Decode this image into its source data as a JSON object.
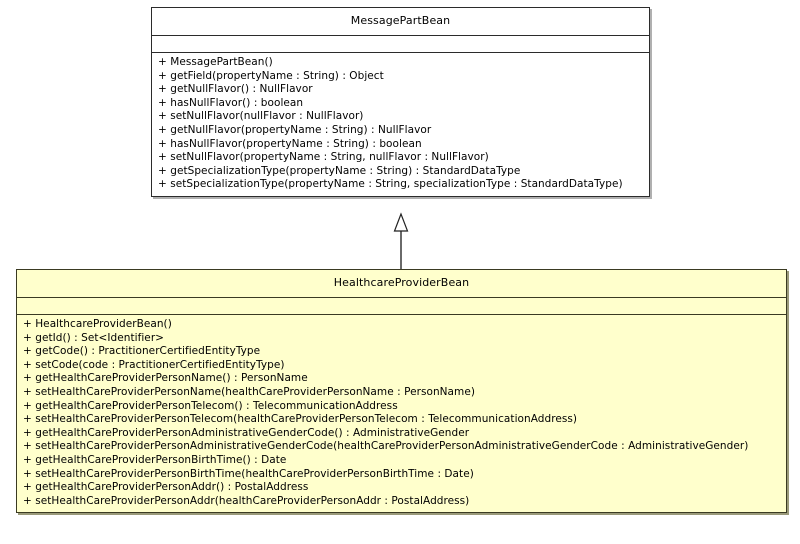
{
  "diagram": {
    "type": "uml-class-diagram",
    "background_color": "#ffffff",
    "relationships": [
      {
        "kind": "generalization",
        "label": "",
        "from": "HealthcareProviderBean",
        "to": "MessagePartBean",
        "arrow": "hollow-triangle"
      }
    ]
  },
  "classes": [
    {
      "id": "message-part-bean",
      "name": "MessagePartBean",
      "fill_color": "#ffffff",
      "border_color": "#2b2b2b",
      "attributes": [],
      "operations": [
        "+ MessagePartBean()",
        "+ getField(propertyName : String) : Object",
        "+ getNullFlavor() : NullFlavor",
        "+ hasNullFlavor() : boolean",
        "+ setNullFlavor(nullFlavor : NullFlavor)",
        "+ getNullFlavor(propertyName : String) : NullFlavor",
        "+ hasNullFlavor(propertyName : String) : boolean",
        "+ setNullFlavor(propertyName : String, nullFlavor : NullFlavor)",
        "+ getSpecializationType(propertyName : String) : StandardDataType",
        "+ setSpecializationType(propertyName : String, specializationType : StandardDataType)"
      ]
    },
    {
      "id": "healthcare-provider-bean",
      "name": "HealthcareProviderBean",
      "fill_color": "#ffffcc",
      "border_color": "#3a3a22",
      "attributes": [],
      "operations": [
        "+ HealthcareProviderBean()",
        "+ getId() : Set<Identifier>",
        "+ getCode() : PractitionerCertifiedEntityType",
        "+ setCode(code : PractitionerCertifiedEntityType)",
        "+ getHealthCareProviderPersonName() : PersonName",
        "+ setHealthCareProviderPersonName(healthCareProviderPersonName : PersonName)",
        "+ getHealthCareProviderPersonTelecom() : TelecommunicationAddress",
        "+ setHealthCareProviderPersonTelecom(healthCareProviderPersonTelecom : TelecommunicationAddress)",
        "+ getHealthCareProviderPersonAdministrativeGenderCode() : AdministrativeGender",
        "+ setHealthCareProviderPersonAdministrativeGenderCode(healthCareProviderPersonAdministrativeGenderCode : AdministrativeGender)",
        "+ getHealthCareProviderPersonBirthTime() : Date",
        "+ setHealthCareProviderPersonBirthTime(healthCareProviderPersonBirthTime : Date)",
        "+ getHealthCareProviderPersonAddr() : PostalAddress",
        "+ setHealthCareProviderPersonAddr(healthCareProviderPersonAddr : PostalAddress)"
      ]
    }
  ]
}
